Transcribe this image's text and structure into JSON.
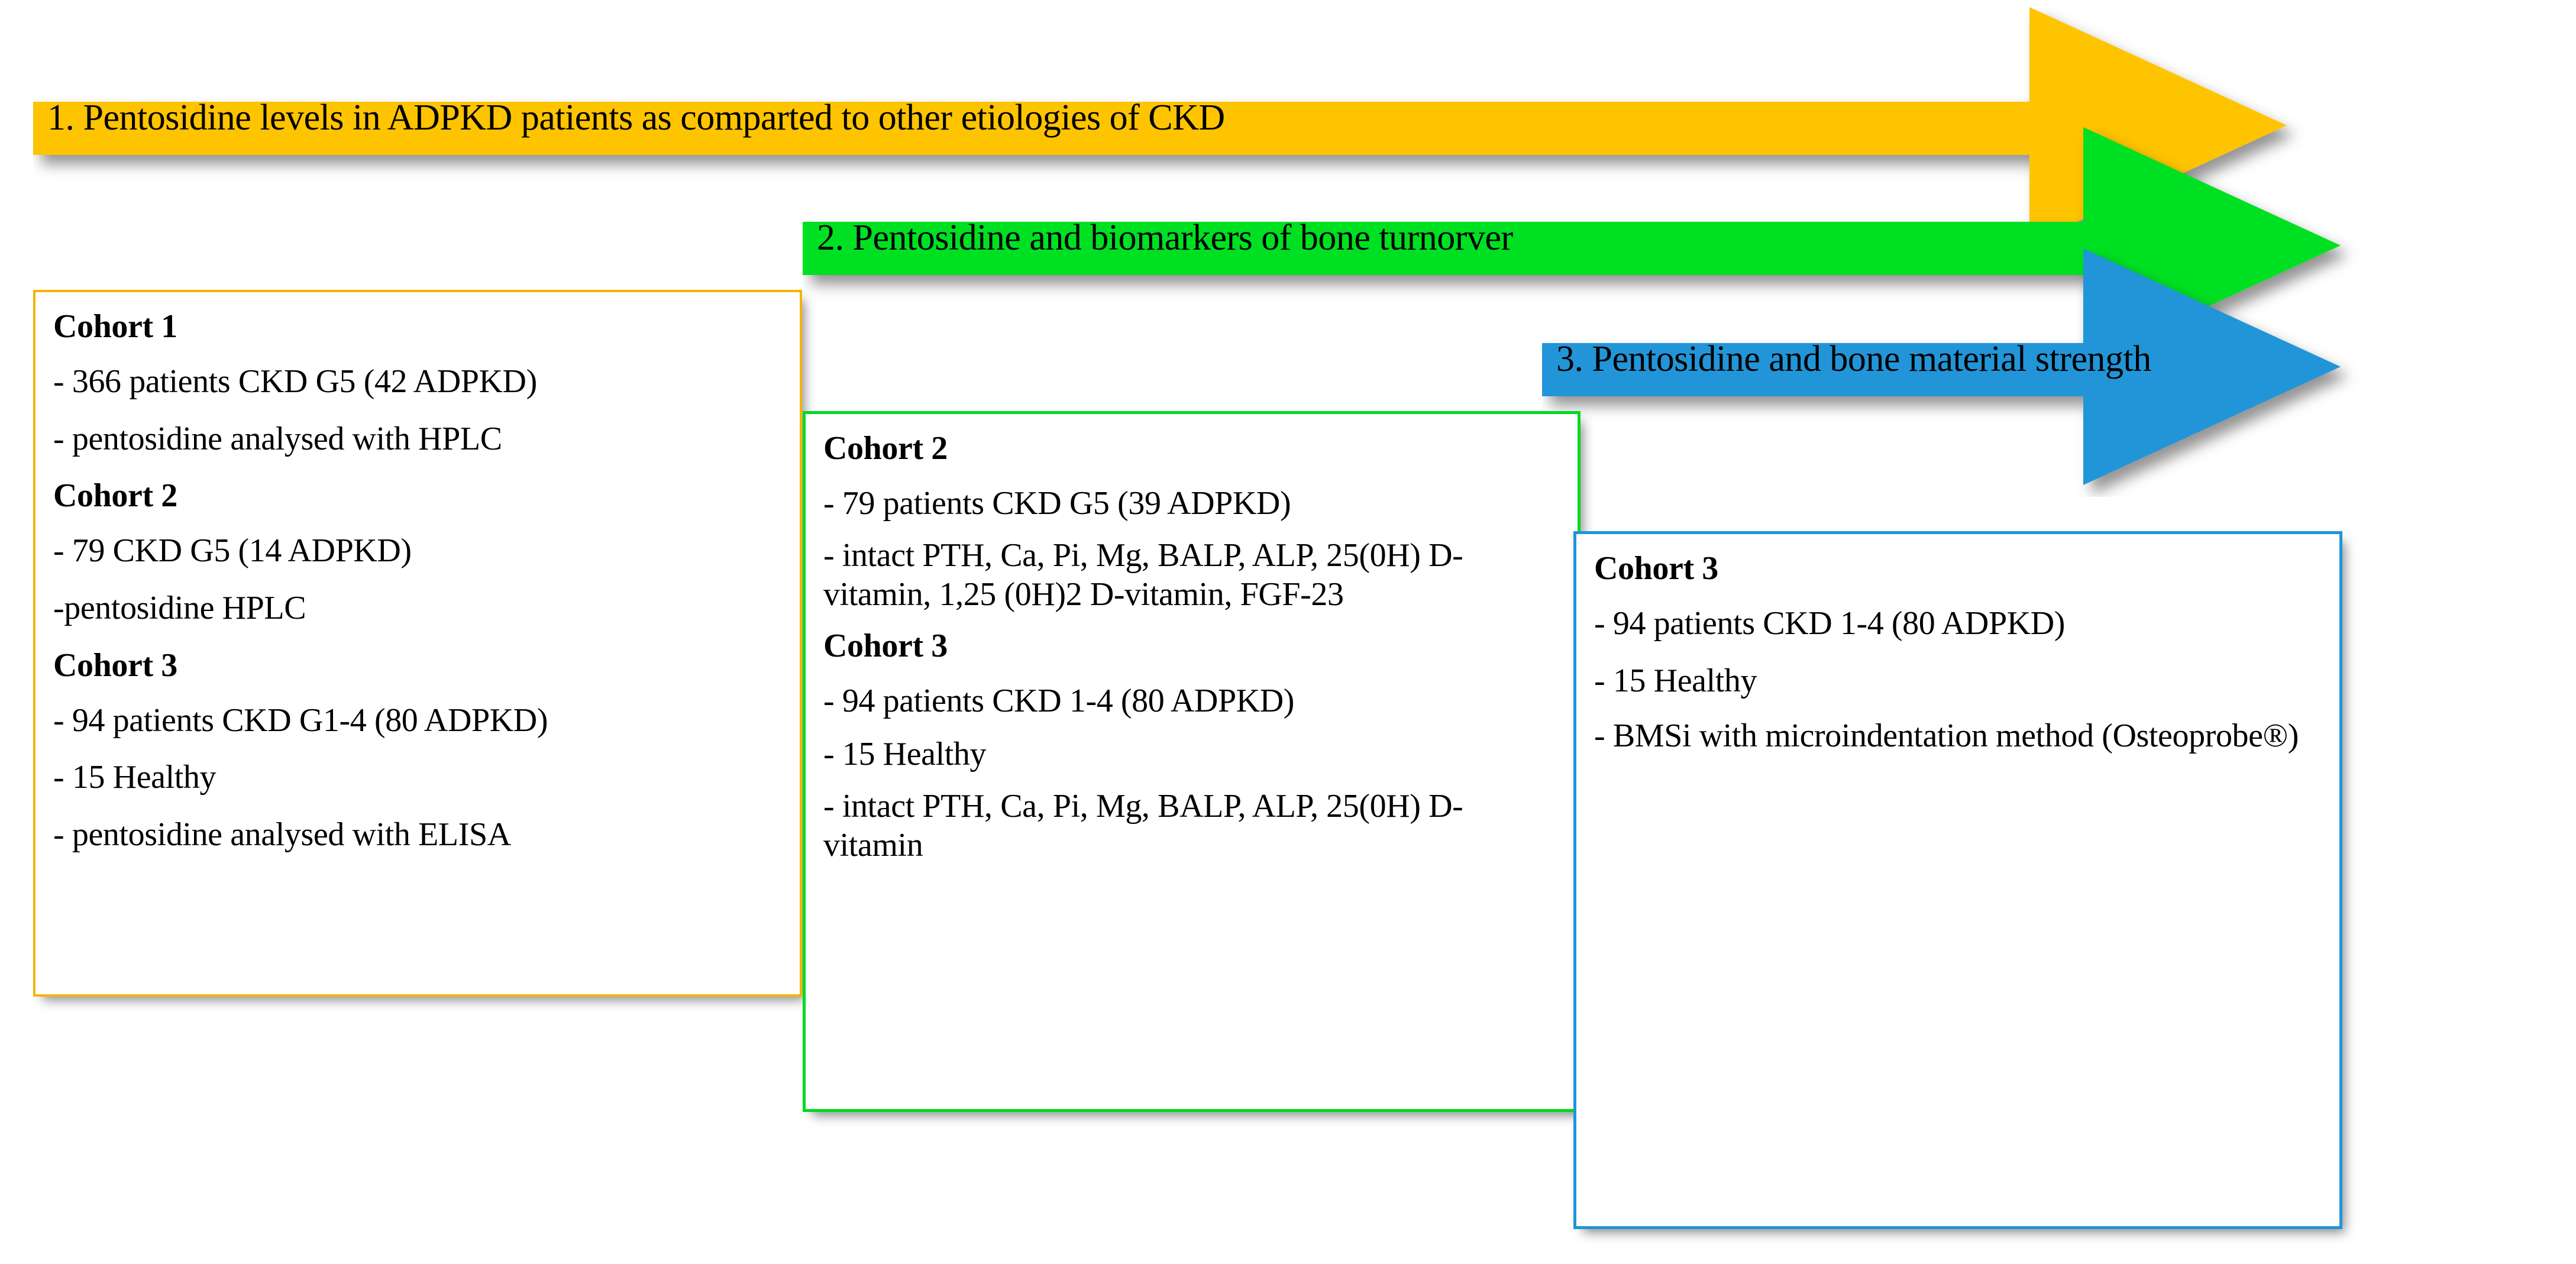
{
  "diagram": {
    "title": "Three-step research workflow on pentosidine in ADPKD",
    "type": "overlapping-arrow-process",
    "colors": {
      "step1_arrow": "#FFC400",
      "step1_border": "#F5B400",
      "step2_arrow": "#00E021",
      "step2_border": "#00D91F",
      "step3_arrow": "#2095D8",
      "step3_border": "#2095D8",
      "text": "#000000",
      "card_background": "#FFFFFF",
      "page_background": "#FFFFFF"
    }
  },
  "steps": [
    {
      "id": "step-1",
      "banner_label": "1. Pentosidine levels in ADPKD patients as comparted to other etiologies of CKD",
      "card": {
        "lines": [
          {
            "text": "Cohort 1",
            "bold": true
          },
          {
            "text": "- 366 patients CKD G5 (42 ADPKD)",
            "bold": false
          },
          {
            "text": "- pentosidine analysed with HPLC",
            "bold": false
          },
          {
            "text": "Cohort 2",
            "bold": true
          },
          {
            "text": "- 79 CKD G5 (14 ADPKD)",
            "bold": false
          },
          {
            "text": "-pentosidine HPLC",
            "bold": false
          },
          {
            "text": "Cohort 3",
            "bold": true
          },
          {
            "text": "- 94 patients CKD G1-4 (80 ADPKD)",
            "bold": false
          },
          {
            "text": "- 15 Healthy",
            "bold": false
          },
          {
            "text": "- pentosidine analysed with ELISA",
            "bold": false
          }
        ]
      }
    },
    {
      "id": "step-2",
      "banner_label": "2. Pentosidine and biomarkers of bone turnorver",
      "card": {
        "lines": [
          {
            "text": "Cohort 2",
            "bold": true
          },
          {
            "text": "- 79 patients CKD G5 (39 ADPKD)",
            "bold": false
          },
          {
            "text": "- intact PTH, Ca, Pi, Mg, BALP, ALP, 25(0H) D-vitamin, 1,25 (0H)2 D-vitamin, FGF-23",
            "bold": false
          },
          {
            "text": "Cohort 3",
            "bold": true
          },
          {
            "text": "- 94 patients CKD 1-4 (80 ADPKD)",
            "bold": false
          },
          {
            "text": "- 15 Healthy",
            "bold": false
          },
          {
            "text": "-  intact PTH, Ca, Pi, Mg, BALP, ALP, 25(0H) D-vitamin",
            "bold": false
          }
        ]
      }
    },
    {
      "id": "step-3",
      "banner_label": "3. Pentosidine and bone material strength",
      "card": {
        "lines": [
          {
            "text": "Cohort 3",
            "bold": true
          },
          {
            "text": "- 94 patients CKD 1-4 (80 ADPKD)",
            "bold": false
          },
          {
            "text": "- 15 Healthy",
            "bold": false
          },
          {
            "text": "-  BMSi with microindentation method (Osteoprobe®)",
            "bold": false
          }
        ]
      }
    }
  ]
}
